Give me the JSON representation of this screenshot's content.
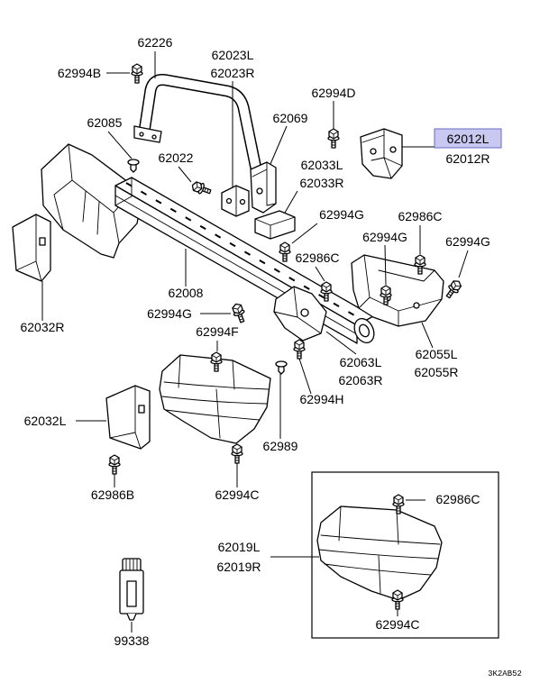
{
  "diagram": {
    "callouts": [
      "62226",
      "62994B",
      "62023L",
      "62023R",
      "62994D",
      "62069",
      "62085",
      "62012L",
      "62012R",
      "62022",
      "62033L",
      "62033R",
      "62994G",
      "62986C",
      "62994G",
      "62994G",
      "62986C",
      "62008",
      "62032R",
      "62994G",
      "62994F",
      "62055L",
      "62055R",
      "62063L",
      "62063R",
      "62994H",
      "62032L",
      "62989",
      "62986B",
      "62994C",
      "62986C",
      "62019L",
      "62019R",
      "62994C",
      "99338"
    ],
    "drawing_code": "3K2AB52"
  },
  "colors": {
    "highlight_fill": "#c8c8f0",
    "highlight_stroke": "#6a6ac8",
    "line": "#000000"
  }
}
